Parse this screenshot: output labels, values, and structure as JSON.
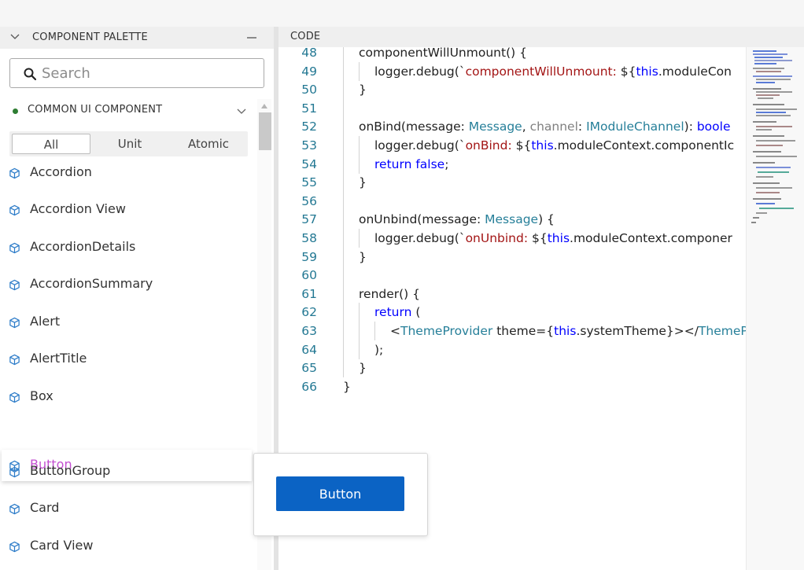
{
  "palette": {
    "title": "COMPONENT PALETTE",
    "search_placeholder": "Search",
    "group": {
      "title": "COMMON UI COMPONENT",
      "status_color": "#2e7d32"
    },
    "tabs": [
      {
        "label": "All",
        "active": true
      },
      {
        "label": "Unit",
        "active": false
      },
      {
        "label": "Atomic",
        "active": false
      }
    ],
    "items": [
      {
        "label": "Accordion",
        "icon": "cube-icon"
      },
      {
        "label": "Accordion View",
        "icon": "cube-icon"
      },
      {
        "label": "AccordionDetails",
        "icon": "cube-icon"
      },
      {
        "label": "AccordionSummary",
        "icon": "cube-icon"
      },
      {
        "label": "Alert",
        "icon": "cube-icon"
      },
      {
        "label": "AlertTitle",
        "icon": "cube-icon"
      },
      {
        "label": "Box",
        "icon": "cube-icon"
      },
      {
        "label": "Button",
        "icon": "cube-icon",
        "selected": true,
        "color": "#c34fd0"
      },
      {
        "label": "ButtonGroup",
        "icon": "cube-icon"
      },
      {
        "label": "Card",
        "icon": "cube-icon"
      },
      {
        "label": "Card View",
        "icon": "cube-icon"
      }
    ]
  },
  "code_panel": {
    "title": "CODE",
    "lines": [
      {
        "num": "48",
        "indent": 1,
        "segs": [
          [
            "componentWillUnmount() {",
            ""
          ]
        ]
      },
      {
        "num": "49",
        "indent": 2,
        "segs": [
          [
            "logger.debug(`",
            ""
          ],
          [
            "componentWillUnmount: ",
            "str"
          ],
          [
            "${",
            ""
          ],
          [
            "this",
            "kw"
          ],
          [
            ".moduleCon",
            ""
          ]
        ]
      },
      {
        "num": "50",
        "indent": 1,
        "segs": [
          [
            "}",
            ""
          ]
        ]
      },
      {
        "num": "51",
        "indent": 1,
        "segs": []
      },
      {
        "num": "52",
        "indent": 1,
        "segs": [
          [
            "onBind(message: ",
            ""
          ],
          [
            "Message",
            "type"
          ],
          [
            ", ",
            ""
          ],
          [
            "channel",
            "param"
          ],
          [
            ": ",
            ""
          ],
          [
            "IModuleChannel",
            "type"
          ],
          [
            "): ",
            ""
          ],
          [
            "boole",
            "kw"
          ]
        ]
      },
      {
        "num": "53",
        "indent": 2,
        "segs": [
          [
            "logger.debug(`",
            ""
          ],
          [
            "onBind: ",
            "str"
          ],
          [
            "${",
            ""
          ],
          [
            "this",
            "kw"
          ],
          [
            ".moduleContext.componentIc",
            ""
          ]
        ]
      },
      {
        "num": "54",
        "indent": 2,
        "segs": [
          [
            "return false",
            "kw"
          ],
          [
            ";",
            ""
          ]
        ]
      },
      {
        "num": "55",
        "indent": 1,
        "segs": [
          [
            "}",
            ""
          ]
        ]
      },
      {
        "num": "56",
        "indent": 1,
        "segs": []
      },
      {
        "num": "57",
        "indent": 1,
        "segs": [
          [
            "onUnbind(message: ",
            ""
          ],
          [
            "Message",
            "type"
          ],
          [
            ") {",
            ""
          ]
        ]
      },
      {
        "num": "58",
        "indent": 2,
        "segs": [
          [
            "logger.debug(`",
            ""
          ],
          [
            "onUnbind: ",
            "str"
          ],
          [
            "${",
            ""
          ],
          [
            "this",
            "kw"
          ],
          [
            ".moduleContext.componer",
            ""
          ]
        ]
      },
      {
        "num": "59",
        "indent": 1,
        "segs": [
          [
            "}",
            ""
          ]
        ]
      },
      {
        "num": "60",
        "indent": 1,
        "segs": []
      },
      {
        "num": "61",
        "indent": 1,
        "segs": [
          [
            "render() {",
            ""
          ]
        ]
      },
      {
        "num": "62",
        "indent": 2,
        "segs": [
          [
            "return",
            "kw"
          ],
          [
            " (",
            ""
          ]
        ]
      },
      {
        "num": "63",
        "indent": 3,
        "segs": [
          [
            "<",
            ""
          ],
          [
            "ThemeProvider",
            "type"
          ],
          [
            " theme={",
            ""
          ],
          [
            "this",
            "kw"
          ],
          [
            ".systemTheme}></",
            ""
          ],
          [
            "ThemeP",
            "type"
          ]
        ]
      },
      {
        "num": "64",
        "indent": 2,
        "segs": [
          [
            ");",
            ""
          ]
        ]
      },
      {
        "num": "65",
        "indent": 1,
        "segs": [
          [
            "}",
            ""
          ]
        ]
      },
      {
        "num": "66",
        "indent": 0,
        "segs": [
          [
            "}",
            ""
          ]
        ]
      }
    ]
  },
  "preview": {
    "button_label": "Button",
    "button_color": "#0b63c4"
  }
}
